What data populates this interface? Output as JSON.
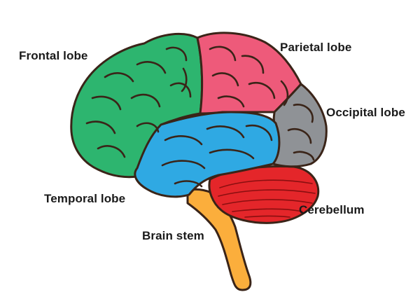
{
  "labels": {
    "frontal": "Frontal lobe",
    "parietal": "Parietal lobe",
    "occipital": "Occipital lobe",
    "temporal": "Temporal lobe",
    "cerebellum": "Cerebellum",
    "brainstem": "Brain stem"
  },
  "colors": {
    "frontal": "#2db56f",
    "parietal": "#ee5a7a",
    "occipital": "#8f9296",
    "temporal": "#2fa9e3",
    "cerebellum": "#e4262a",
    "brainstem": "#fbae3c",
    "outline": "#3a2418"
  }
}
